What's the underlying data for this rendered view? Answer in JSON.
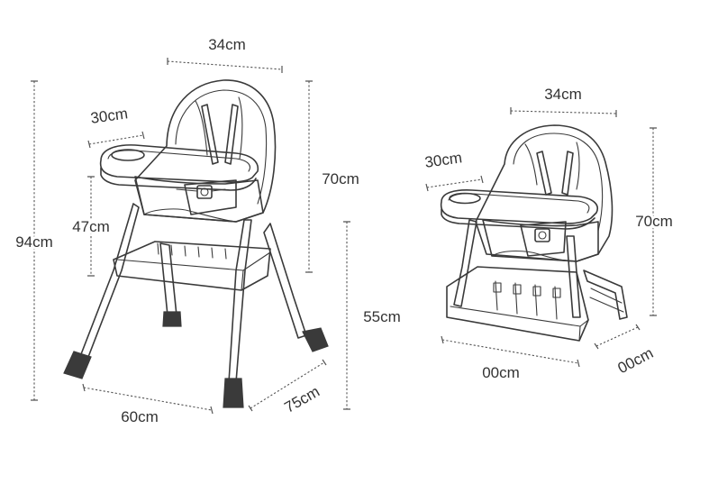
{
  "tall_chair": {
    "seat_width": "34cm",
    "tray_depth": "30cm",
    "total_height": "94cm",
    "seat_height": "47cm",
    "back_height": "70cm",
    "leg_height": "55cm",
    "base_width": "60cm",
    "base_depth": "75cm"
  },
  "low_chair": {
    "seat_width": "34cm",
    "tray_depth": "30cm",
    "back_height": "70cm",
    "base_width": "00cm",
    "base_depth": "00cm"
  },
  "colors": {
    "line": "#3a3a3a",
    "dimension": "#555555",
    "text": "#333333",
    "background": "#ffffff"
  }
}
